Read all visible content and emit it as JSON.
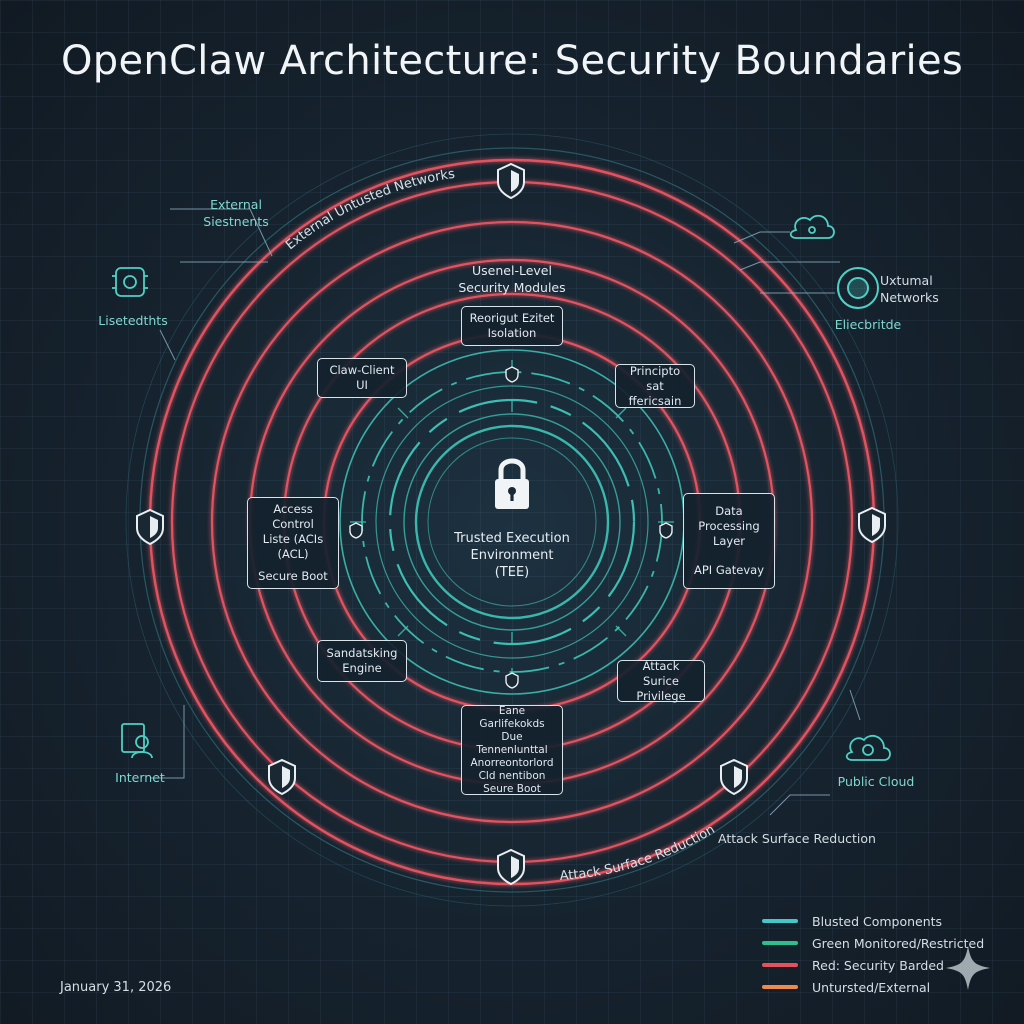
{
  "title": "OpenClaw Architecture: Security Boundaries",
  "ring_labels": {
    "top": "External Untusted Networks",
    "bottom": "Attack Surface Reduction"
  },
  "center": {
    "line1": "Trusted Execution",
    "line2": "Environment",
    "line3": "(TEE)"
  },
  "security_modules": {
    "line1": "Usenel-Level",
    "line2": "Security Modules"
  },
  "boxes": {
    "isolation": {
      "line1": "Reorigut Ezitet",
      "line2": "Isolation"
    },
    "claw_client": {
      "line1": "Claw-Client UI"
    },
    "principle": {
      "line1": "Principto sat",
      "line2": "ffericsain"
    },
    "acl": {
      "line1": "Access Control",
      "line2": "Liste (ACIs",
      "line3": "(ACL)",
      "line4": "Secure Boot"
    },
    "data_processing": {
      "line1": "Data",
      "line2": "Processing",
      "line3": "Layer",
      "line4": "API Gatevay"
    },
    "sandboxing": {
      "line1": "Sandatsking",
      "line2": "Engine"
    },
    "attack_surface": {
      "line1": "Attack Surice",
      "line2": "Privilege"
    },
    "bottom": {
      "line1": "Eane Garlifekokds",
      "line2": "Due Tennenlunttal",
      "line3": "Anorreontorlord",
      "line4": "Cld nentibon",
      "line5": "Seure Boot"
    }
  },
  "outer_labels": {
    "external_line1": "External",
    "external_line2": "Siestnents",
    "left_device": "Lisetedthts",
    "uxtumal_line1": "Uxtumal",
    "uxtumal_line2": "Networks",
    "electrible": "Eliecbritde",
    "internet": "Internet",
    "public_cloud": "Public Cloud",
    "attack_surface_reduction": "Attack Surface Reduction"
  },
  "legend": [
    {
      "label": "Blusted Components",
      "color": "#43c8c9"
    },
    {
      "label": "Green Monitored/Restricted",
      "color": "#2fbf8f"
    },
    {
      "label": "Red: Security Barded",
      "color": "#e8505b"
    },
    {
      "label": "Untursted/External",
      "color": "#f08a4b"
    }
  ],
  "date": "January 31, 2026",
  "colors": {
    "red_ring": "#e2525e",
    "teal_ring": "#3ec6b8",
    "background": "#16222e"
  }
}
